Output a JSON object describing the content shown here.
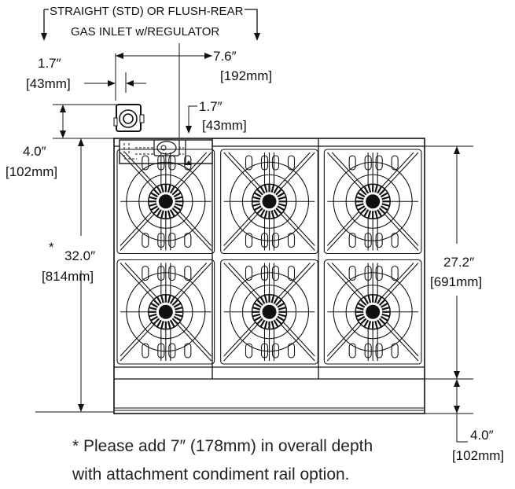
{
  "header": {
    "line1": "STRAIGHT (STD) OR FLUSH-REAR",
    "line2": "GAS INLET w/REGULATOR"
  },
  "dimensions": {
    "inlet_offset": {
      "inches": "1.7″",
      "mm": "[43mm]"
    },
    "inlet_width": {
      "inches": "7.6″",
      "mm": "[192mm]"
    },
    "regulator_offset": {
      "inches": "1.7″",
      "mm": "[43mm]"
    },
    "rear_clearance": {
      "inches": "4.0″",
      "mm": "[102mm]"
    },
    "overall_depth": {
      "marker": "*",
      "inches": "32.0″",
      "mm": "[814mm]"
    },
    "grate_depth": {
      "inches": "27.2″",
      "mm": "[691mm]"
    },
    "front_rail": {
      "inches": "4.0″",
      "mm": "[102mm]"
    }
  },
  "footnote": {
    "line1": "* Please add 7″ (178mm) in overall depth",
    "line2": "with attachment condiment rail option."
  },
  "range": {
    "burner_rows": 2,
    "burner_columns": 3
  }
}
